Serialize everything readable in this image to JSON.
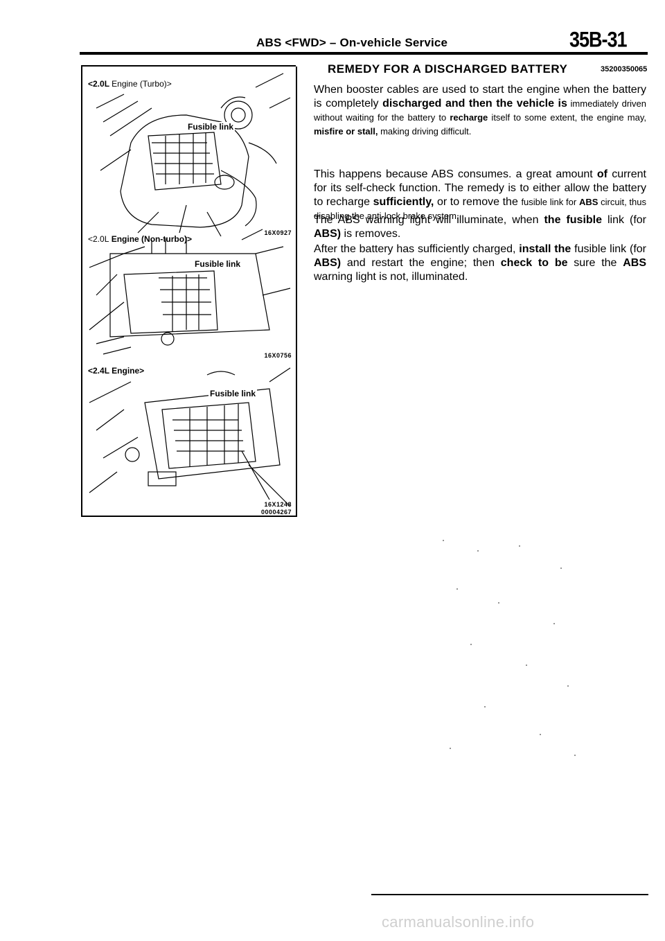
{
  "header": {
    "title": "ABS <FWD> – On-vehicle Service",
    "page_number": "35B-31"
  },
  "figures": [
    {
      "caption_prefix": "<2.0L",
      "caption_rest": "Engine (Turbo)>",
      "callout": "Fusible link",
      "code": "16X0927"
    },
    {
      "caption_prefix": "<2.0L",
      "caption_rest": "Engine (Non-turbo)>",
      "callout": "Fusible link",
      "code": "16X0756"
    },
    {
      "caption_prefix": "<2.4L",
      "caption_rest": "Engine>",
      "callout": "Fusible link",
      "code": "16X1248",
      "code2": "00004267"
    }
  ],
  "section": {
    "heading": "REMEDY FOR A DISCHARGED BATTERY",
    "code": "35200350065",
    "para1_a": "When booster cables are used to start the engine when the battery is completely ",
    "para1_b": "discharged and then the vehicle is",
    "para1_c": " immediately driven without waiting for the battery to ",
    "para1_d": "recharge",
    "para1_e": " itself to some extent, the engine may, ",
    "para1_f": "misfire or stall,",
    "para1_g": " making driving difficult.",
    "para2_a": "This happens because ABS consumes. a great amount ",
    "para2_b": "of",
    "para2_c": " current for its self-check function. The remedy is to either allow the battery to recharge ",
    "para2_d": "sufficiently,",
    "para2_e": " or to remove the",
    "para2_f": "fusible link for ",
    "para2_g": "ABS",
    "para2_h": " circuit, thus disabling the anti-lock brake system.",
    "para3_a": "The ABS warning light will illuminate, when ",
    "para3_b": "the fusible",
    "para3_c": " link (for ",
    "para3_d": "ABS)",
    "para3_e": " is removes.",
    "para4_a": "After the battery has sufficiently charged, ",
    "para4_b": "install the",
    "para4_c": " fusible link (for ",
    "para4_d": "ABS)",
    "para4_e": " and restart the engine; then ",
    "para4_f": "check to be",
    "para4_g": " sure the ",
    "para4_h": "ABS",
    "para4_i": " warning light is not, illuminated."
  },
  "footer": {
    "watermark": "carmanualsonline.info"
  }
}
